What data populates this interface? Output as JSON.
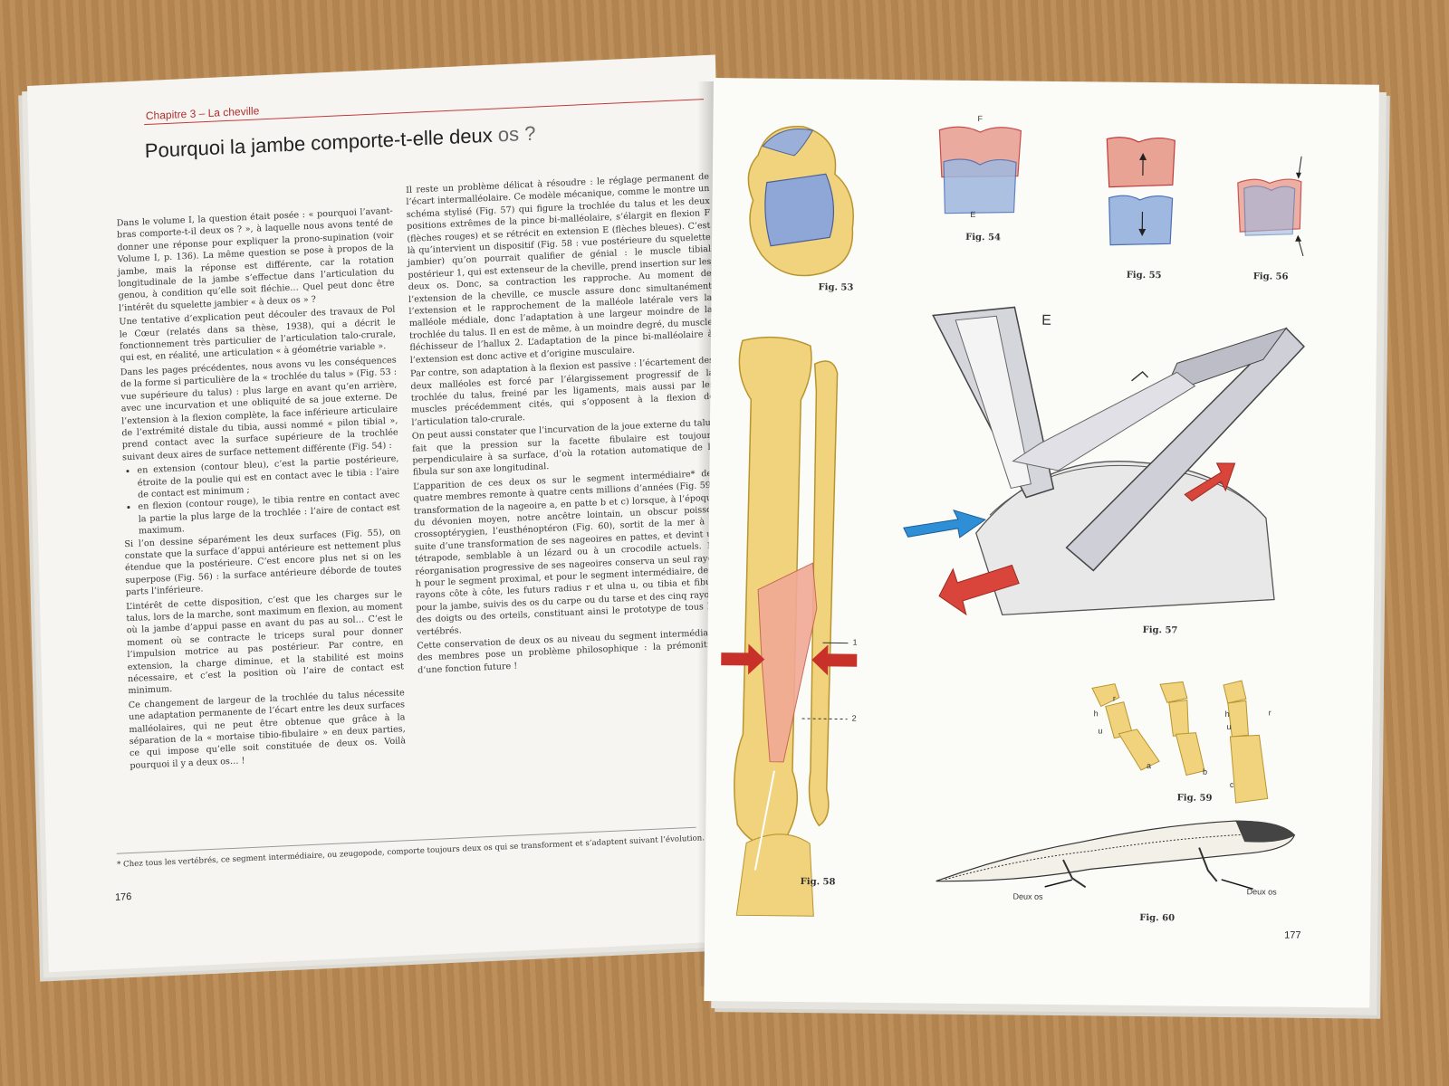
{
  "left_page": {
    "running_head": "Chapitre 3 – La cheville",
    "title_main": "Pourquoi la jambe comporte-t-elle deux ",
    "title_os": "os ?",
    "page_number": "176",
    "col1": [
      "Dans le volume I, la question était posée : « pourquoi l’avant-bras comporte-t-il deux os ? », à laquelle nous avons tenté de donner une réponse pour expliquer la prono-supination (voir Volume I, p. 136). La même question se pose à propos de la jambe, mais la réponse est différente, car la rotation longitudinale de la jambe s’effectue dans l’articulation du genou, à condition qu’elle soit fléchie… Quel peut donc être l’intérêt du squelette jambier « à deux os » ?",
      "Une tentative d’explication peut découler des travaux de Pol le Cœur (relatés dans sa thèse, 1938), qui a décrit le fonctionnement très particulier de l’articulation talo-crurale, qui est, en réalité, une articulation « à géométrie variable ».",
      "Dans les pages précédentes, nous avons vu les conséquences de la forme si particulière de la « trochlée du talus » (Fig. 53 : vue supérieure du talus) : plus large en avant qu’en arrière, avec une incurvation et une obliquité de sa joue externe. De l’extension à la flexion complète, la face inférieure articulaire de l’extrémité distale du tibia, aussi nommé « pilon tibial », prend contact avec la surface supérieure de la trochlée suivant deux aires de surface nettement différente (Fig. 54) :"
    ],
    "bullets": [
      "en extension (contour bleu), c’est la partie postérieure, étroite de la poulie qui est en contact avec le tibia : l’aire de contact est minimum ;",
      "en flexion (contour rouge), le tibia rentre en contact avec la partie la plus large de la trochlée : l’aire de contact est maximum."
    ],
    "col1_end": [
      "Si l’on dessine séparément les deux surfaces (Fig. 55), on constate que la surface d’appui antérieure est nettement plus étendue que la postérieure. C’est encore plus net si on les superpose (Fig. 56) : la surface antérieure déborde de toutes parts l’inférieure.",
      "L’intérêt de cette disposition, c’est que les charges sur le talus, lors de la marche, sont maximum en flexion, au moment où la jambe d’appui passe en avant du pas au sol… C’est le moment où se contracte le triceps sural pour donner l’impulsion motrice au pas postérieur. Par contre, en extension, la charge diminue, et la stabilité est moins nécessaire, et c’est la position où l’aire de contact est minimum.",
      "Ce changement de largeur de la trochlée du talus nécessite une adaptation permanente de l’écart entre les deux surfaces malléolaires, qui ne peut être obtenue que grâce à la séparation de la « mortaise tibio-fibulaire » en deux parties, ce qui impose qu’elle soit constituée de deux os. Voilà pourquoi il y a deux os… !"
    ],
    "col2": [
      "Il reste un problème délicat à résoudre : le réglage permanent de l’écart intermalléolaire. Ce modèle mécanique, comme le montre un schéma stylisé (Fig. 57) qui figure la trochlée du talus et les deux positions extrêmes de la pince bi-malléolaire, s’élargit en flexion F (flèches rouges) et se rétrécit en extension E (flèches bleues). C’est là qu’intervient un dispositif (Fig. 58 : vue postérieure du squelette jambier) qu’on pourrait qualifier de génial : le muscle tibial postérieur 1, qui est extenseur de la cheville, prend insertion sur les deux os. Donc, sa contraction les rapproche. Au moment de l’extension de la cheville, ce muscle assure donc simultanément l’extension et le rapprochement de la malléole latérale vers la malléole médiale, donc l’adaptation à une largeur moindre de la trochlée du talus. Il en est de même, à un moindre degré, du muscle fléchisseur de l’hallux 2. L’adaptation de la pince bi-malléolaire à l’extension est donc active et d’origine musculaire.",
      "Par contre, son adaptation à la flexion est passive : l’écartement des deux malléoles est forcé par l’élargissement progressif de la trochlée du talus, freiné par les ligaments, mais aussi par les muscles précédemment cités, qui s’opposent à la flexion de l’articulation talo-crurale.",
      "On peut aussi constater que l’incurvation de la joue externe du talus fait que la pression sur la facette fibulaire est toujours perpendiculaire à sa surface, d’où la rotation automatique de la fibula sur son axe longitudinal.",
      "L’apparition de ces deux os sur le segment intermédiaire* des quatre membres remonte à quatre cents millions d’années (Fig. 59 : transformation de la nageoire a, en patte b et c) lorsque, à l’époque du dévonien moyen, notre ancêtre lointain, un obscur poisson crossoptérygien, l’eusthénoptéron (Fig. 60), sortit de la mer à la suite d’une transformation de ses nageoires en pattes, et devint un tétrapode, semblable à un lézard ou à un crocodile actuels. La réorganisation progressive de ses nageoires conserva un seul rayon h pour le segment proximal, et pour le segment intermédiaire, deux rayons côte à côte, les futurs radius r et ulna u, ou tibia et fibula pour la jambe, suivis des os du carpe ou du tarse et des cinq rayons des doigts ou des orteils, constituant ainsi le prototype de tous les vertébrés.",
      "Cette conservation de deux os au niveau du segment intermédiaire des membres pose un problème philosophique : la prémonition d’une fonction future !"
    ],
    "footnote": "* Chez tous les vertébrés, ce segment intermédiaire, ou zeugopode, comporte toujours deux os qui se transforment et s’adaptent suivant l’évolution."
  },
  "right_page": {
    "page_number": "177",
    "figures": {
      "fig53": "Fig. 53",
      "fig54": "Fig. 54",
      "fig55": "Fig. 55",
      "fig56": "Fig. 56",
      "fig57": "Fig. 57",
      "fig58": "Fig. 58",
      "fig59": "Fig. 59",
      "fig60": "Fig. 60"
    },
    "labels": {
      "F": "F",
      "E": "E",
      "E57": "E",
      "one": "1",
      "two": "2",
      "h1": "h",
      "r1": "r",
      "u1": "u",
      "a": "a",
      "b": "b",
      "h3": "h",
      "u3": "u",
      "r3": "r",
      "c": "c",
      "deux_os_1": "Deux os",
      "deux_os_2": "Deux os"
    }
  },
  "colors": {
    "accent_red": "#c23a3a",
    "flexion_red": "#d9453a",
    "extension_blue": "#2f8fd6",
    "bone_yellow": "#f1d37e"
  }
}
